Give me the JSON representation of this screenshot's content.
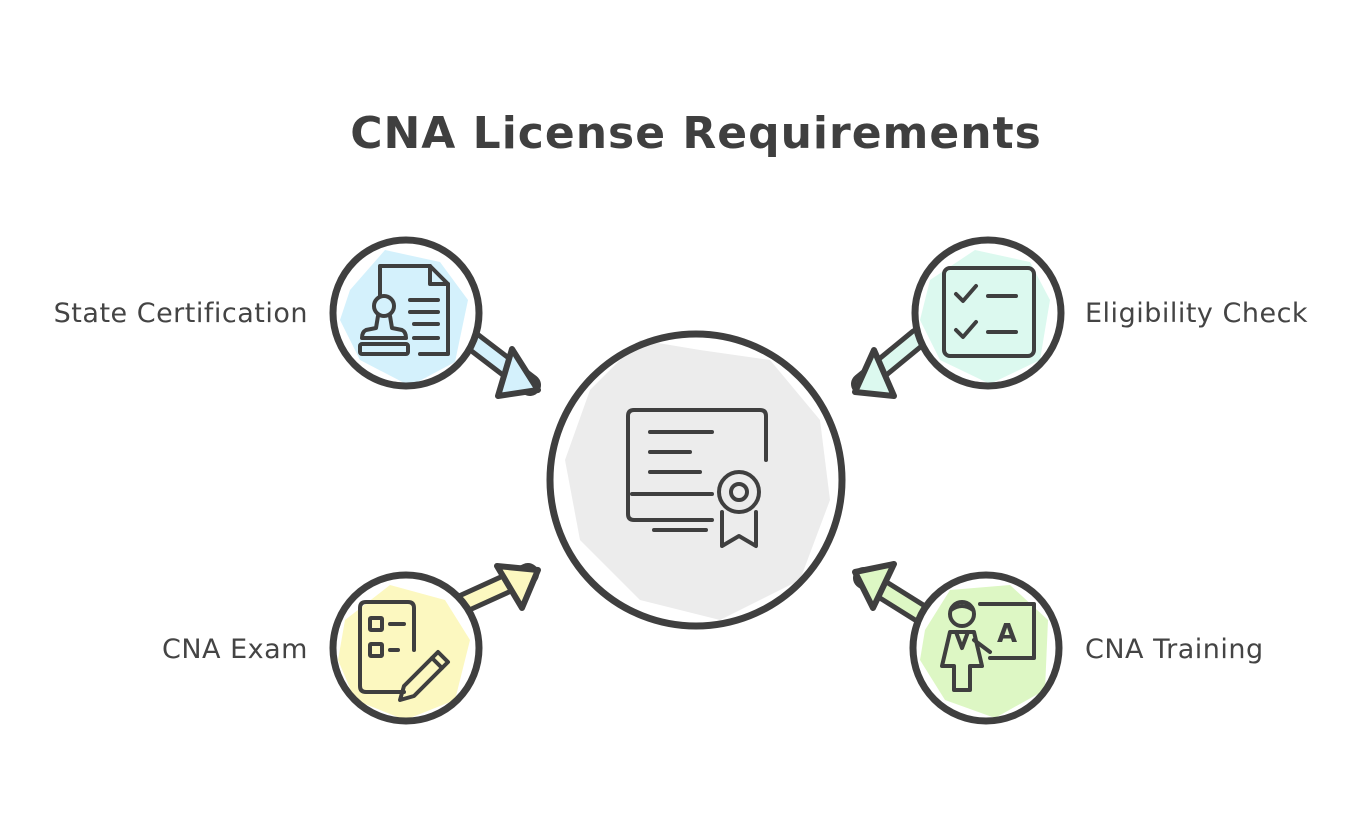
{
  "title": "CNA License Requirements",
  "center": {
    "name": "license-certificate",
    "icon": "certificate-icon",
    "fill": "#ececec"
  },
  "nodes": [
    {
      "id": "state-certification",
      "label": "State Certification",
      "icon": "stamp-document-icon",
      "fill": "#d4f1fc",
      "side": "left"
    },
    {
      "id": "eligibility-check",
      "label": "Eligibility Check",
      "icon": "checklist-icon",
      "fill": "#dcf9ef",
      "side": "right"
    },
    {
      "id": "cna-exam",
      "label": "CNA Exam",
      "icon": "exam-pencil-icon",
      "fill": "#fcf8c0",
      "side": "left"
    },
    {
      "id": "cna-training",
      "label": "CNA Training",
      "icon": "teacher-board-icon",
      "fill": "#ddf7c4",
      "side": "right",
      "board_letter": "A"
    }
  ],
  "colors": {
    "stroke": "#3f3f3f",
    "text": "#444444"
  }
}
